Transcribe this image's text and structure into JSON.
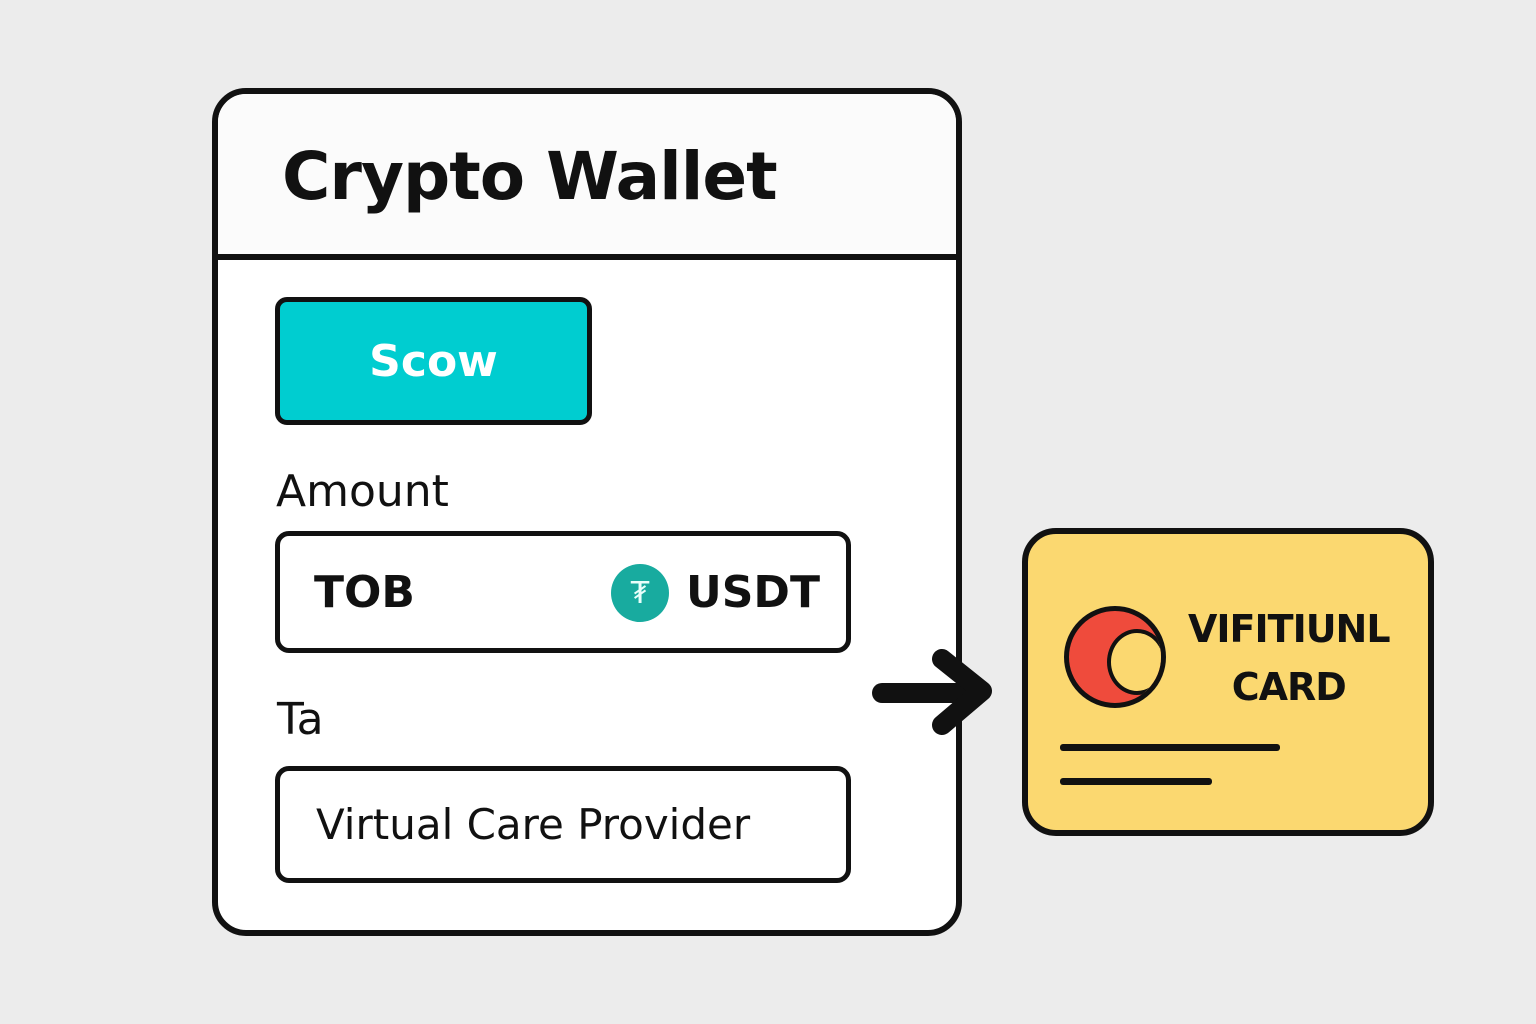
{
  "wallet": {
    "title": "Crypto Wallet",
    "send_button": "Scow",
    "amount_label": "Amount",
    "amount_value": "TOB",
    "currency": "USDT",
    "currency_icon": "usdt-coin-icon",
    "to_label": "Ta",
    "to_value": "Virtual Care Provider"
  },
  "arrow_icon": "arrow-right-icon",
  "card": {
    "title_line1": "VIFITIUNL",
    "title_line2": "CARD",
    "logo_icon": "card-logo-icon"
  },
  "colors": {
    "button": "#00cdd0",
    "coin": "#18ab9f",
    "card": "#fbd870",
    "card_logo": "#ef4b3c",
    "background": "#ececec"
  }
}
